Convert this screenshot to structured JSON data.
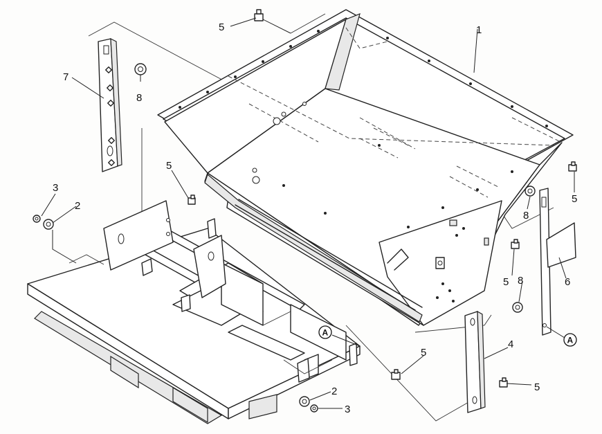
{
  "callouts": {
    "c1": "1",
    "c2a": "2",
    "c2b": "2",
    "c3a": "3",
    "c3b": "3",
    "c4": "4",
    "c5a": "5",
    "c5b": "5",
    "c5c": "5",
    "c5d": "5",
    "c5e": "5",
    "c5f": "5",
    "c6": "6",
    "c7": "7",
    "c8a": "8",
    "c8b": "8",
    "c8c": "8"
  },
  "refs": {
    "a1": "A",
    "a2": "A"
  }
}
